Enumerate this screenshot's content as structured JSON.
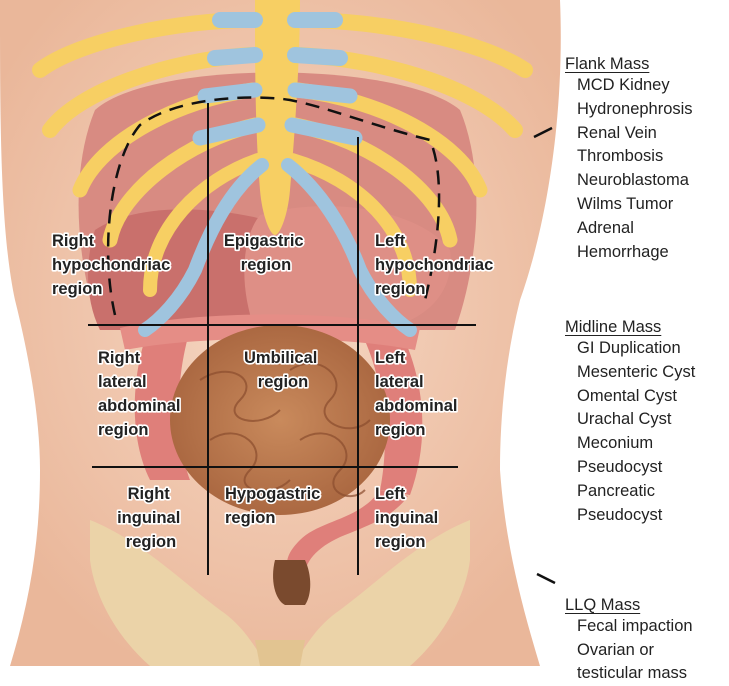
{
  "regions": {
    "right_hypochondriac": [
      "Right",
      "hypochondriac",
      "region"
    ],
    "epigastric": [
      "Epigastric",
      "region"
    ],
    "left_hypochondriac": [
      "Left",
      "hypochondriac",
      "region"
    ],
    "right_lateral": [
      "Right",
      "lateral",
      "abdominal",
      "region"
    ],
    "umbilical": [
      "Umbilical",
      "region"
    ],
    "left_lateral": [
      "Left",
      "lateral",
      "abdominal",
      "region"
    ],
    "right_inguinal": [
      "Right",
      "inguinal",
      "region"
    ],
    "hypogastric": [
      "Hypogastric",
      "region"
    ],
    "left_inguinal": [
      "Left",
      "inguinal",
      "region"
    ]
  },
  "flank_mass": {
    "title": "Flank Mass",
    "items": [
      "MCD Kidney",
      "Hydronephrosis",
      "Renal Vein",
      "Thrombosis",
      "Neuroblastoma",
      "Wilms Tumor",
      "Adrenal",
      "Hemorrhage"
    ]
  },
  "midline_mass": {
    "title": "Midline Mass",
    "items": [
      "GI Duplication",
      "Mesenteric Cyst",
      "Omental Cyst",
      "Urachal Cyst",
      "Meconium",
      "Pseudocyst",
      "Pancreatic",
      "Pseudocyst"
    ]
  },
  "llq_mass": {
    "title": "LLQ Mass",
    "items": [
      "Fecal impaction",
      "Ovarian or",
      "testicular mass"
    ]
  },
  "colors": {
    "skin": "#f3cdb4",
    "rib": "#f7cf63",
    "cartilage": "#9fc4de",
    "intestine": "#c9875e",
    "colon": "#df7f7a",
    "liver": "#c8706e",
    "pelvis": "#ebd3a8"
  }
}
